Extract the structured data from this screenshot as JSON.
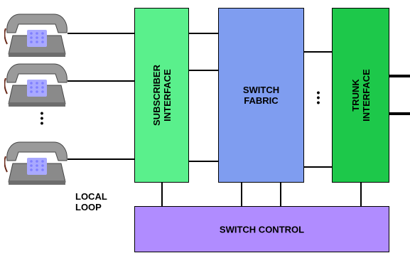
{
  "blocks": {
    "subscriber_interface": "SUBSCRIBER\nINTERFACE",
    "switch_fabric": "SWITCH\nFABRIC",
    "trunk_interface": "TRUNK\nINTERFACE",
    "switch_control": "SWITCH CONTROL"
  },
  "labels": {
    "local_loop": "LOCAL\nLOOP",
    "ellipsis": "•\n•\n•"
  },
  "colors": {
    "subscriber_fill": "#5af08c",
    "fabric_fill": "#7f9df0",
    "trunk_fill": "#1dc84a",
    "control_fill": "#b08cff",
    "phone_body": "#8a8a8a",
    "phone_keys": "#7f7fff"
  },
  "icons": [
    "telephone-icon",
    "telephone-icon",
    "telephone-icon"
  ]
}
